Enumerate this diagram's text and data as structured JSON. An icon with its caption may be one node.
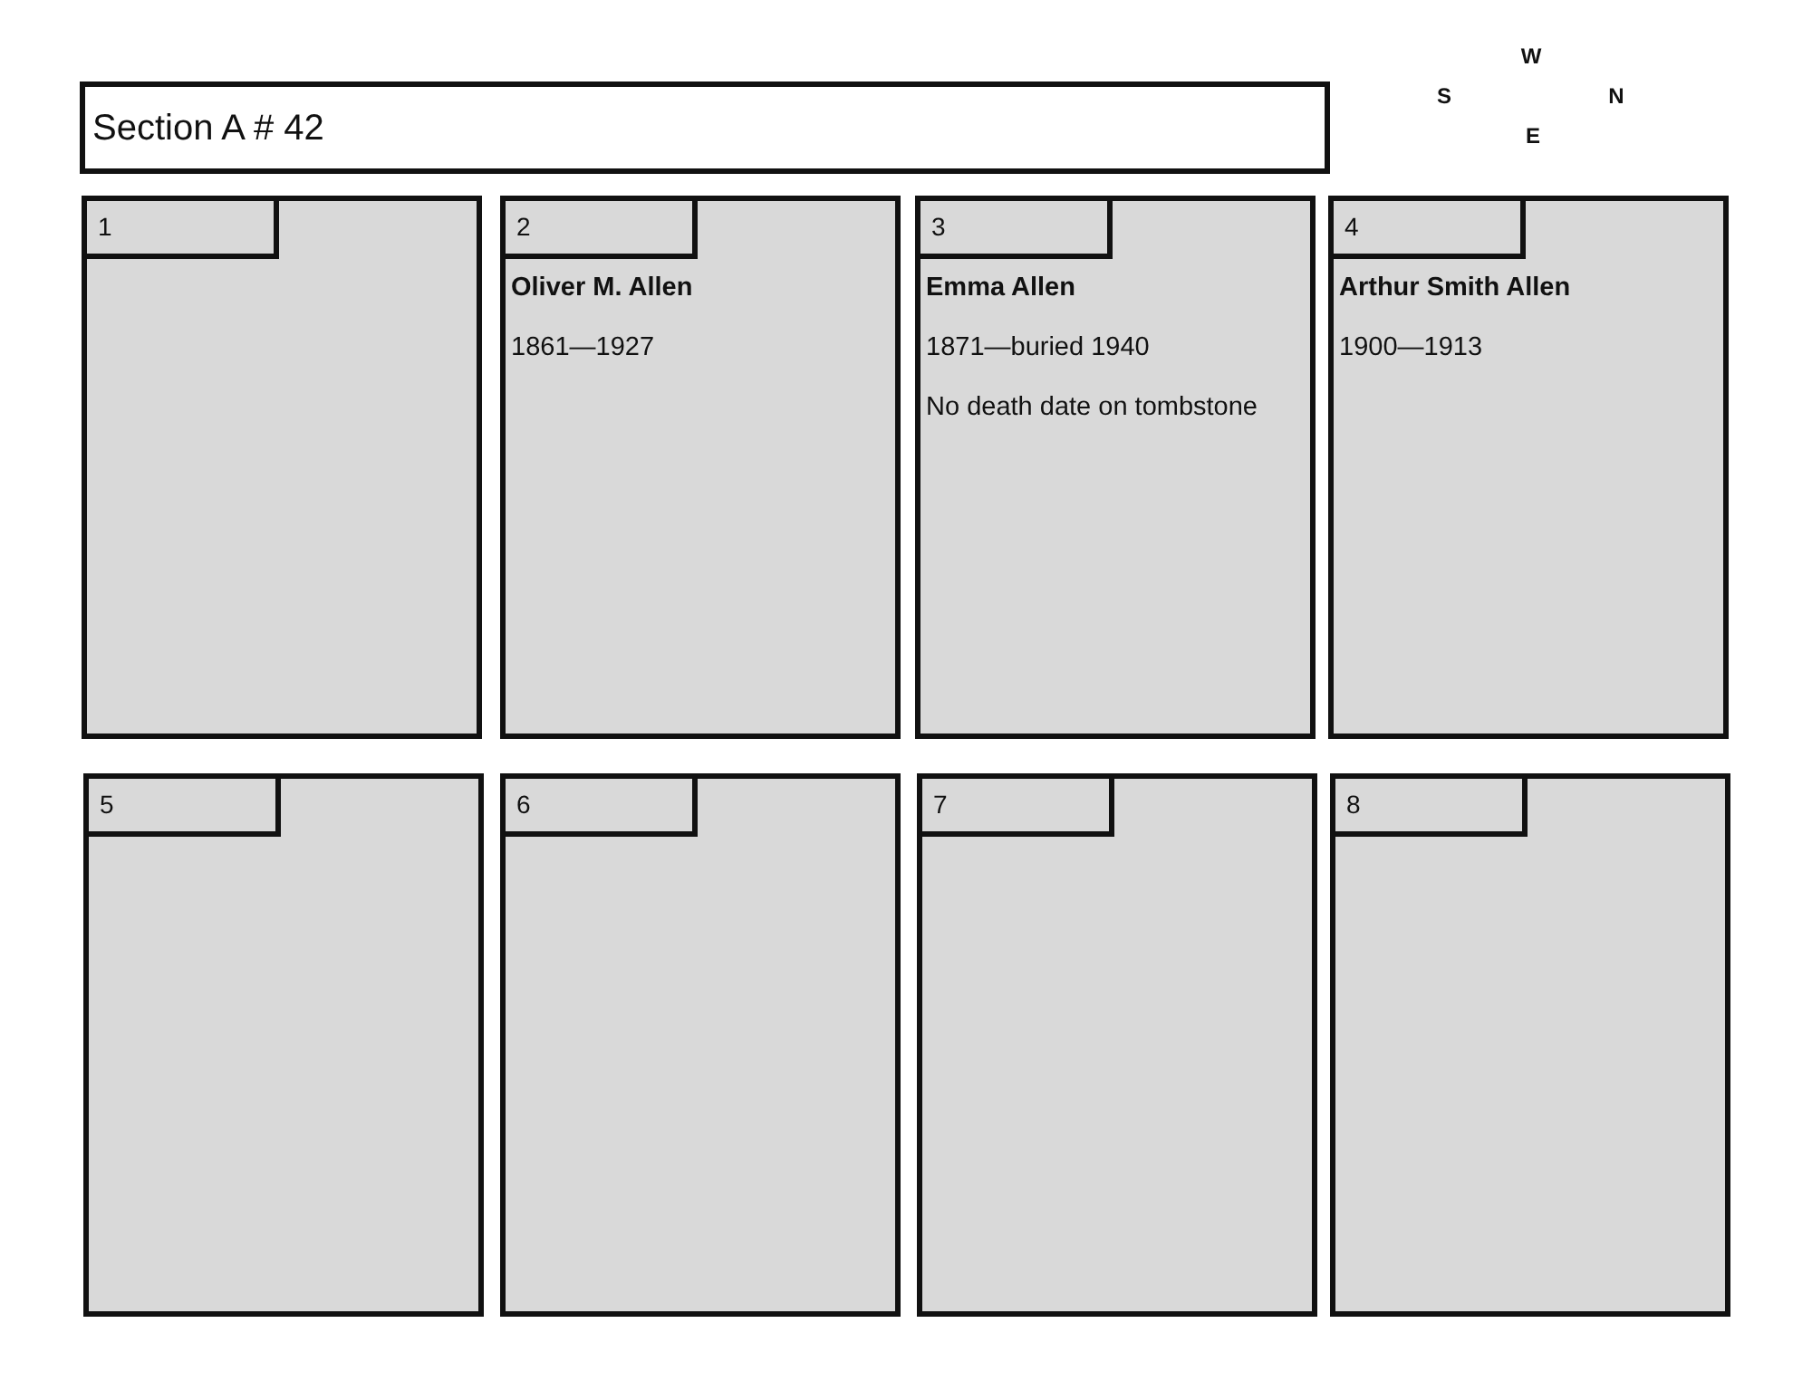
{
  "diagram": {
    "nodes": [
      {
        "text": [
          "Section A # 42"
        ]
      },
      {
        "text": [],
        "shape": "box"
      },
      {
        "text": [
          "1"
        ],
        "in": 1
      },
      {
        "text": [
          "Oliver M. Allen",
          "1861—1927"
        ]
      },
      {
        "text": [
          "2"
        ],
        "in": 3
      },
      {
        "text": [
          "Emma Allen",
          "1871—buried 1940",
          "No death date on tombstone"
        ]
      },
      {
        "text": [
          "3"
        ],
        "in": 5
      },
      {
        "text": [
          "Arthur Smith Allen",
          "1900—1913"
        ]
      },
      {
        "text": [
          "4"
        ],
        "in": 7
      },
      {
        "text": [],
        "shape": "box"
      },
      {
        "text": [
          "5"
        ],
        "in": 9
      },
      {
        "text": [],
        "shape": "box"
      },
      {
        "text": [
          "6"
        ],
        "in": 11
      },
      {
        "text": [],
        "shape": "box"
      },
      {
        "text": [
          "7"
        ],
        "in": 13
      },
      {
        "text": [],
        "shape": "box"
      },
      {
        "text": [
          "8"
        ],
        "in": 15
      }
    ],
    "labels": [
      "W",
      "S",
      "N",
      "E"
    ]
  }
}
